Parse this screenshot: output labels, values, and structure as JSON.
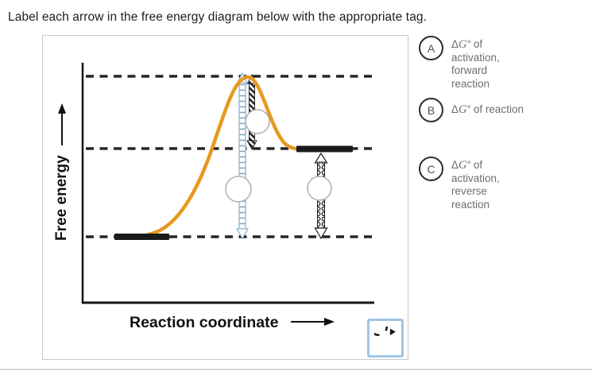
{
  "title": "Label each arrow in the free energy diagram below with the appropriate tag.",
  "diagram": {
    "y_axis_label": "Free energy",
    "x_axis_label": "Reaction coordinate",
    "drop_zone_count": 3,
    "colors": {
      "curve": "#E7991E",
      "axes_and_levels": "#1f1f1f",
      "ladder_arrow": "#8FB4CE",
      "drop_circle_border": "#B3B3B3",
      "reset_button_border": "#9FC5E8"
    },
    "icons": {
      "y_axis_arrow": "up-arrow-icon",
      "x_axis_arrow": "right-arrow-icon",
      "reset": "refresh-icon"
    }
  },
  "tags": [
    {
      "letter": "A",
      "delta": "Δ",
      "g": "G",
      "degree": "°",
      "text": "of activation, forward reaction"
    },
    {
      "letter": "B",
      "delta": "Δ",
      "g": "G",
      "degree": "°",
      "text": "of reaction"
    },
    {
      "letter": "C",
      "delta": "Δ",
      "g": "G",
      "degree": "°",
      "text": "of activation, reverse reaction"
    }
  ]
}
